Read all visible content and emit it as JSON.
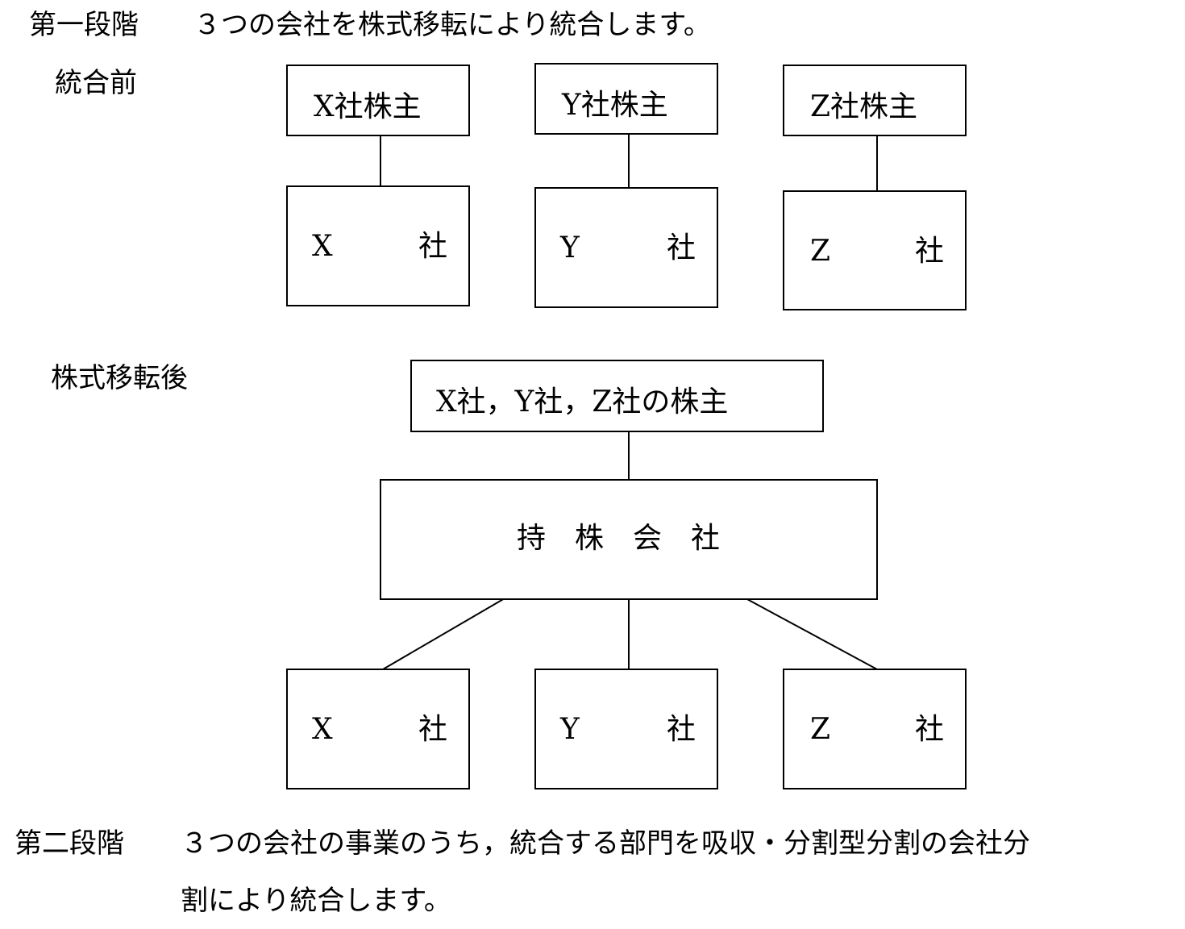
{
  "stage1": {
    "label": "第一段階",
    "text": "３つの会社を株式移転により統合します。"
  },
  "before": {
    "label": "統合前",
    "shareholders": [
      {
        "label": "X社株主"
      },
      {
        "label": "Y社株主"
      },
      {
        "label": "Z社株主"
      }
    ],
    "companies": [
      {
        "letter": "X",
        "suffix": "社"
      },
      {
        "letter": "Y",
        "suffix": "社"
      },
      {
        "letter": "Z",
        "suffix": "社"
      }
    ]
  },
  "after": {
    "label": "株式移転後",
    "shareholders_label": "X社，Y社，Z社の株主",
    "holding_label": "持　株　会　社",
    "companies": [
      {
        "letter": "X",
        "suffix": "社"
      },
      {
        "letter": "Y",
        "suffix": "社"
      },
      {
        "letter": "Z",
        "suffix": "社"
      }
    ]
  },
  "stage2": {
    "label": "第二段階",
    "line1": "３つの会社の事業のうち，統合する部門を吸収・分割型分割の会社分",
    "line2": "割により統合します。"
  }
}
